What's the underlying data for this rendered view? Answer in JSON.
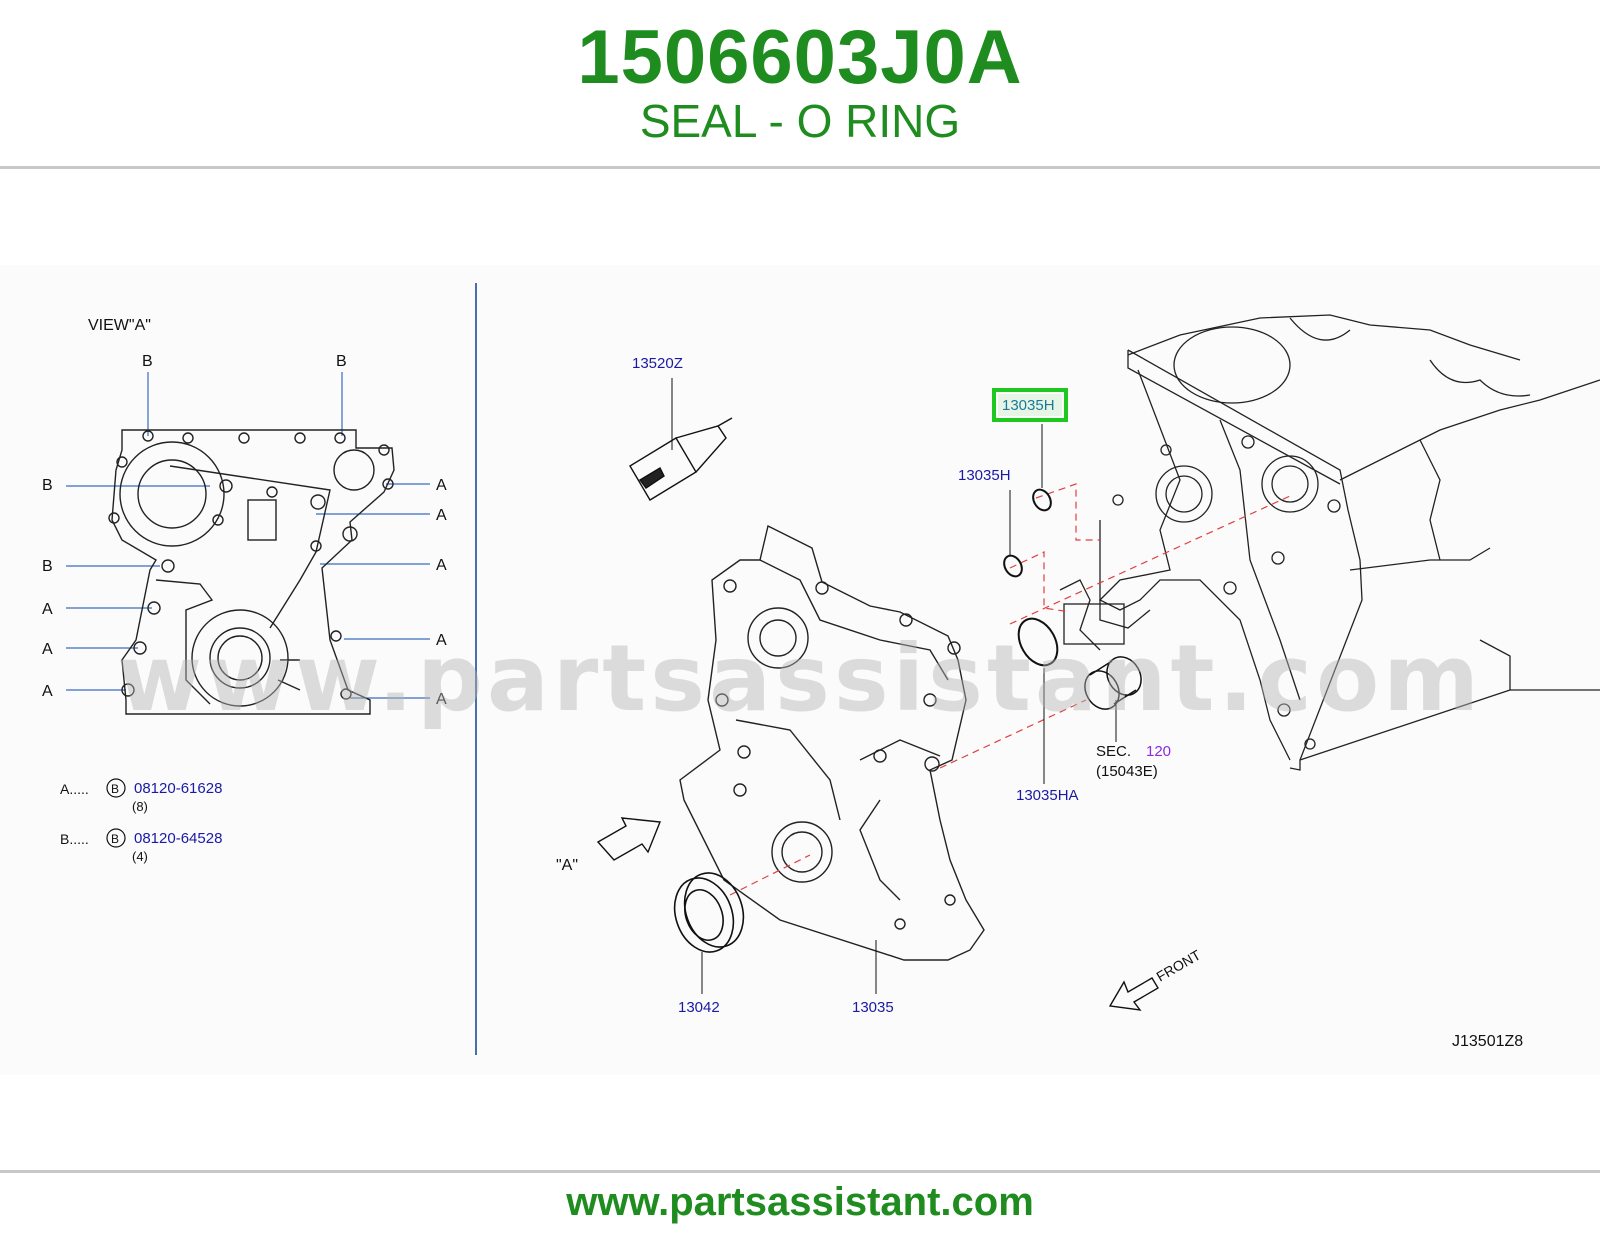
{
  "header": {
    "part_number": "1506603J0A",
    "description": "SEAL - O RING"
  },
  "footer": {
    "url": "www.partsassistant.com"
  },
  "watermark": "www.partsassistant.com",
  "colors": {
    "brand_green": "#1e8c1e",
    "link_blue": "#1a1aa6",
    "highlight": "#1ec81e",
    "sec_purple": "#8a2be2"
  },
  "view_a": {
    "title": "VIEW\"A\"",
    "callouts_left": [
      "B",
      "B",
      "A",
      "A",
      "A"
    ],
    "callouts_top": [
      "B",
      "B"
    ],
    "callouts_right": [
      "A",
      "A",
      "A",
      "A",
      "A"
    ],
    "legend": [
      {
        "key": "A.....",
        "symbol": "B",
        "part": "08120-61628",
        "qty": "(8)"
      },
      {
        "key": "B.....",
        "symbol": "B",
        "part": "08120-64528",
        "qty": "(4)"
      }
    ]
  },
  "parts": {
    "p13520Z": "13520Z",
    "p13035H_highlight": "13035H",
    "p13035H": "13035H",
    "p13035HA": "13035HA",
    "p13042": "13042",
    "p13035": "13035",
    "sec_label": "SEC.",
    "sec_num": "120",
    "sec_ref": "(15043E)",
    "view_arrow": "\"A\"",
    "front": "FRONT",
    "drawing_id": "J13501Z8"
  }
}
